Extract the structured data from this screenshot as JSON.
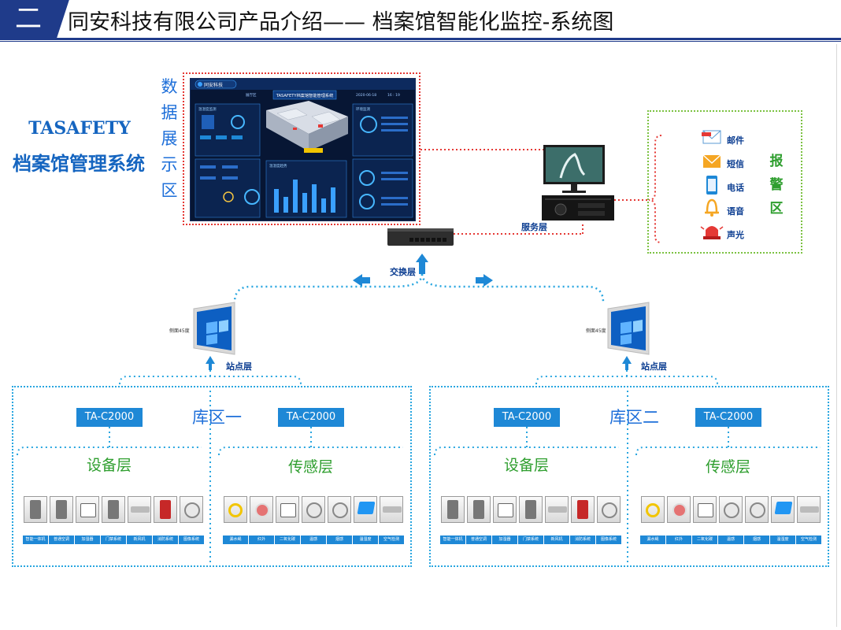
{
  "header": {
    "badge": "二",
    "title": "同安科技有限公司产品介绍—— 档案馆智能化监控-系统图"
  },
  "brand": {
    "en": "TASAFETY",
    "cn": "档案馆管理系统"
  },
  "display_zone_label": "数据展示区",
  "screen": {
    "logo": "同安科技",
    "title": "TASAFETY档案馆智能管理系统",
    "date": "2020-06-18",
    "time": "16 : 19",
    "tab": "展厅区",
    "panel_left_title": "温湿度监测",
    "panel_right_title": "环境监测",
    "chart_title": "温湿度趋势"
  },
  "server_label": "服务层",
  "switch_label": "交换层",
  "alarm": {
    "label": "报警区",
    "items": [
      {
        "label": "邮件",
        "icon": "email-icon"
      },
      {
        "label": "短信",
        "icon": "sms-envelope-icon"
      },
      {
        "label": "电话",
        "icon": "phone-icon"
      },
      {
        "label": "语音",
        "icon": "bell-icon"
      },
      {
        "label": "声光",
        "icon": "siren-icon"
      }
    ]
  },
  "stations": {
    "label": "站点层",
    "tilt_label": "侧面45度"
  },
  "zones": [
    {
      "label": "库区一",
      "tac_left": "TA-C2000",
      "tac_right": "TA-C2000"
    },
    {
      "label": "库区二",
      "tac_left": "TA-C2000",
      "tac_right": "TA-C2000"
    }
  ],
  "device_layer": {
    "label": "设备层",
    "items": [
      "智能一体机",
      "普通空调",
      "加湿器",
      "门禁系统",
      "新风机",
      "消防系统",
      "图像系统"
    ]
  },
  "sensor_layer": {
    "label": "传感层",
    "items": [
      "漏水绳",
      "红外",
      "二氧化碳",
      "温感",
      "烟感",
      "温湿度",
      "空气检测"
    ]
  },
  "colors": {
    "brand_blue": "#1565c0",
    "header_blue": "#1f3b8a",
    "line_red": "#e53935",
    "line_blue": "#29a6e0",
    "alarm_green": "#7cc242",
    "tag_blue": "#1e88d6"
  }
}
